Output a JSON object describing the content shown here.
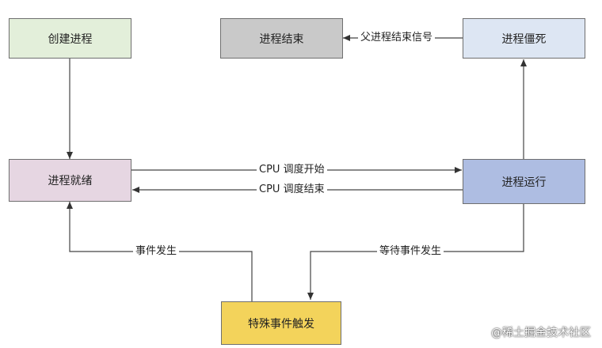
{
  "nodes": {
    "create": {
      "label": "创建进程",
      "fill": "#e3efda"
    },
    "ready": {
      "label": "进程就绪",
      "fill": "#e6d6e2"
    },
    "end": {
      "label": "进程结束",
      "fill": "#c9c9c9"
    },
    "zombie": {
      "label": "进程僵死",
      "fill": "#dde6f3"
    },
    "running": {
      "label": "进程运行",
      "fill": "#aebde2"
    },
    "special": {
      "label": "特殊事件触发",
      "fill": "#f3d35b"
    }
  },
  "edges": {
    "parent_signal": "父进程结束信号",
    "cpu_start": "CPU 调度开始",
    "cpu_end": "CPU 调度结束",
    "event_occur": "事件发生",
    "wait_event": "等待事件发生"
  },
  "watermark": "@稀土掘金技术社区"
}
